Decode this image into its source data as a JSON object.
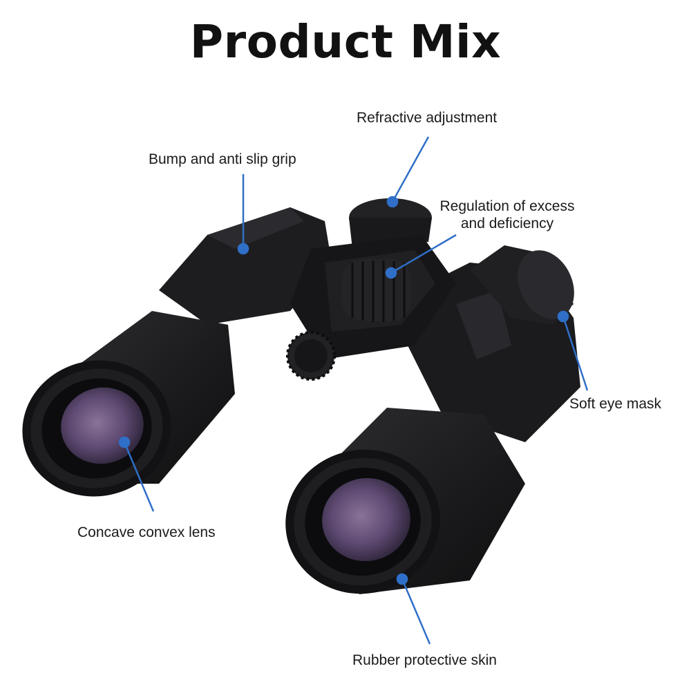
{
  "title": "Product Mix",
  "callouts": {
    "refractive": "Refractive adjustment",
    "grip": "Bump and anti slip grip",
    "regulation_line1": "Regulation of excess",
    "regulation_line2": "and deficiency",
    "eye_mask": "Soft eye mask",
    "lens": "Concave convex lens",
    "skin": "Rubber protective skin"
  },
  "colors": {
    "callout_line": "#2f6fc8",
    "body": "#1c1c1e",
    "lens": "#6a5580"
  }
}
